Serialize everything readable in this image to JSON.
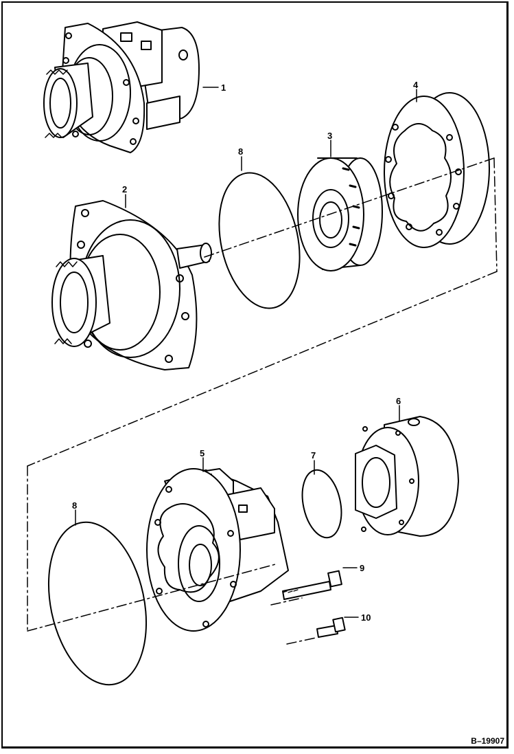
{
  "figure": {
    "id_label": "B–19907",
    "callouts": [
      "1",
      "2",
      "3",
      "4",
      "5",
      "6",
      "7",
      "8",
      "8",
      "9",
      "10"
    ]
  },
  "parts": [
    {
      "callout": "1",
      "icon": "hydraulic-motor-assembly-icon"
    },
    {
      "callout": "2",
      "icon": "flange-housing-with-output-shaft-icon"
    },
    {
      "callout": "3",
      "icon": "spline-coupler-bearing-icon"
    },
    {
      "callout": "4",
      "icon": "gerotor-ring-icon"
    },
    {
      "callout": "5",
      "icon": "valve-housing-icon"
    },
    {
      "callout": "6",
      "icon": "end-cover-icon"
    },
    {
      "callout": "7",
      "icon": "small-o-ring-icon"
    },
    {
      "callout": "8",
      "icon": "large-o-ring-icon"
    },
    {
      "callout": "9",
      "icon": "long-bolt-icon"
    },
    {
      "callout": "10",
      "icon": "short-bolt-icon"
    }
  ],
  "colors": {
    "ink": "#000000",
    "paper": "#ffffff"
  }
}
